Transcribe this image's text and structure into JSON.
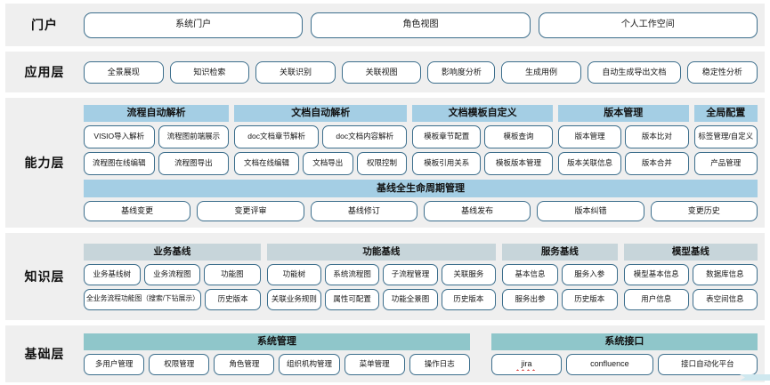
{
  "layers": [
    {
      "id": "portal",
      "label": "门户",
      "items": [
        "系统门户",
        "角色视图",
        "个人工作空间"
      ]
    },
    {
      "id": "application",
      "label": "应用层",
      "items": [
        "全景展现",
        "知识检索",
        "关联识别",
        "关联视图",
        "影响度分析",
        "生成用例",
        "自动生成导出文档",
        "稳定性分析"
      ]
    },
    {
      "id": "capability",
      "label": "能力层",
      "groups": [
        {
          "title": "流程自动解析",
          "rows": [
            [
              "VISIO导入解析",
              "流程图前端展示"
            ],
            [
              "流程图在线编辑",
              "流程图导出"
            ]
          ]
        },
        {
          "title": "文档自动解析",
          "rows": [
            [
              "doc文档章节解析",
              "doc文档内容解析"
            ],
            [
              "文档在线编辑",
              "文档导出",
              "权限控制"
            ]
          ]
        },
        {
          "title": "文档模板自定义",
          "rows": [
            [
              "模板章节配置",
              "模板查询"
            ],
            [
              "模板引用关系",
              "模板版本管理"
            ]
          ]
        },
        {
          "title": "版本管理",
          "rows": [
            [
              "版本管理",
              "版本比对"
            ],
            [
              "版本关联信息",
              "版本合并"
            ]
          ]
        },
        {
          "title": "全局配置",
          "rows": [
            [
              "标签管理/自定义"
            ],
            [
              "产品管理"
            ]
          ]
        }
      ],
      "lifecycle": {
        "title": "基线全生命周期管理",
        "items": [
          "基线变更",
          "变更评审",
          "基线修订",
          "基线发布",
          "版本纠错",
          "变更历史"
        ]
      }
    },
    {
      "id": "knowledge",
      "label": "知识层",
      "groups": [
        {
          "title": "业务基线",
          "rows": [
            [
              "业务基线树",
              "业务流程图",
              "功能图"
            ],
            [
              "全业务流程功能图（搜索/下钻展示）",
              "历史版本"
            ]
          ]
        },
        {
          "title": "功能基线",
          "rows": [
            [
              "功能树",
              "系统流程图",
              "子流程管理",
              "关联服务"
            ],
            [
              "关联业务规则",
              "属性可配置",
              "功能全景图",
              "历史版本"
            ]
          ]
        },
        {
          "title": "服务基线",
          "rows": [
            [
              "基本信息",
              "服务入参"
            ],
            [
              "服务出参",
              "历史版本"
            ]
          ]
        },
        {
          "title": "模型基线",
          "rows": [
            [
              "模型基本信息",
              "数据库信息"
            ],
            [
              "用户信息",
              "表空间信息"
            ]
          ]
        }
      ]
    },
    {
      "id": "foundation",
      "label": "基础层",
      "groups": [
        {
          "title": "系统管理",
          "rows": [
            [
              "多用户管理",
              "权限管理",
              "角色管理",
              "组织机构管理",
              "菜单管理",
              "操作日志"
            ]
          ]
        },
        {
          "title": "系统接口",
          "rows": [
            [
              "jira",
              "confluence",
              "接口自动化平台"
            ]
          ]
        }
      ]
    }
  ],
  "colors": {
    "band_bg": "#efefef",
    "pill_border": "#3c6e8c",
    "capability_header": "#a4cee4",
    "knowledge_header": "#c7d5da",
    "foundation_header": "#8fc6ca"
  }
}
